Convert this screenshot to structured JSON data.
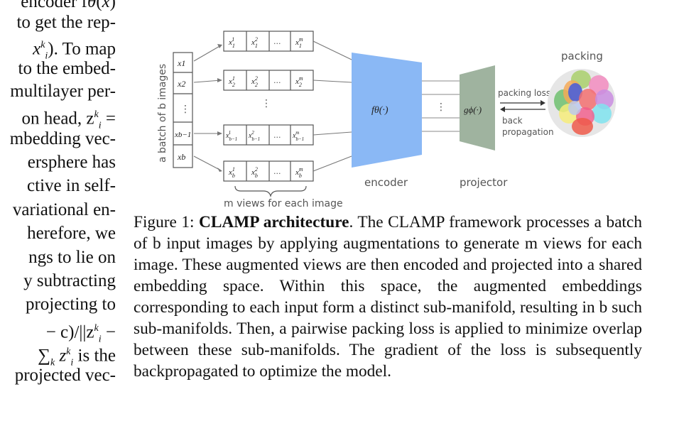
{
  "left_column": {
    "lines": [
      "encoder f",
      "to get the rep-",
      "x",
      "to the embed-",
      "multilayer per-",
      "on head, z",
      "mbedding vec-",
      "ersphere has",
      "ctive in self-",
      "variational en-",
      "herefore, we",
      "ngs to lie on",
      "y subtracting",
      "projecting to",
      "− c)/||z",
      "∑",
      "projected vec-"
    ]
  },
  "figure": {
    "batch_label": "a batch of b images",
    "inputs": [
      "x1",
      "x2",
      "⋮",
      "xb−1",
      "xb"
    ],
    "views_label": "m views for each image",
    "encoder_label": "encoder",
    "encoder_fn": "fθ(·)",
    "projector_label": "projector",
    "projector_fn": "gϕ(·)",
    "packing_title": "packing",
    "packing_loss_label": "packing loss",
    "back_label": "back",
    "propagation_label": "propagation",
    "dots": "...",
    "vdots": "⋮",
    "colors": {
      "encoder": "#8ab8f5",
      "projector": "#9fb39f",
      "box_stroke": "#555555",
      "packing_bg": "#e6e6e6"
    }
  },
  "caption": {
    "label": "Figure 1:",
    "title": "CLAMP architecture",
    "body": ". The CLAMP framework processes a batch of b input images by applying augmentations to generate m views for each image. These augmented views are then encoded and projected into a shared embedding space. Within this space, the augmented embeddings corresponding to each input form a distinct sub-manifold, resulting in b such sub-manifolds. Then, a pairwise packing loss is applied to minimize overlap between these sub-manifolds. The gradient of the loss is subsequently backpropagated to optimize the model."
  }
}
